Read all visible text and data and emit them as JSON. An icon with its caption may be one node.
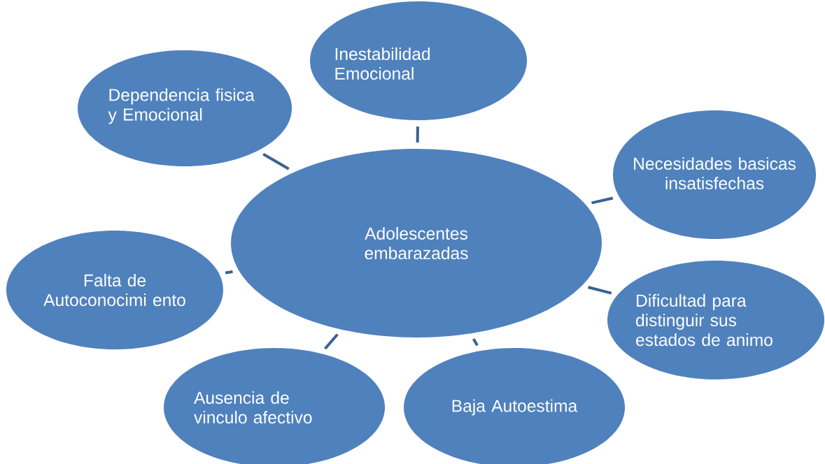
{
  "diagram": {
    "nodes": [
      {
        "text": [
          "Adolescentes embarazadas"
        ]
      },
      {
        "text": [
          "Dependencia fisica y Emocional"
        ]
      },
      {
        "text": [
          "Inestabilidad Emocional"
        ]
      },
      {
        "text": [
          "Necesidades basicas insatisfechas"
        ]
      },
      {
        "text": [
          "Falta de Autoconocimi ento"
        ]
      },
      {
        "text": [
          "Dificultad para distinguir sus estados de animo"
        ]
      },
      {
        "text": [
          "Ausencia de vinculo afectivo"
        ]
      },
      {
        "text": [
          "Baja Autoestima"
        ]
      }
    ],
    "edges": [
      {
        "from": 0,
        "to": 1,
        "arrow": "none"
      },
      {
        "from": 0,
        "to": 2,
        "arrow": "none"
      },
      {
        "from": 0,
        "to": 3,
        "arrow": "none"
      },
      {
        "from": 0,
        "to": 4,
        "arrow": "none"
      },
      {
        "from": 0,
        "to": 5,
        "arrow": "none"
      },
      {
        "from": 0,
        "to": 6,
        "arrow": "none"
      },
      {
        "from": 0,
        "to": 7,
        "arrow": "none"
      }
    ]
  }
}
